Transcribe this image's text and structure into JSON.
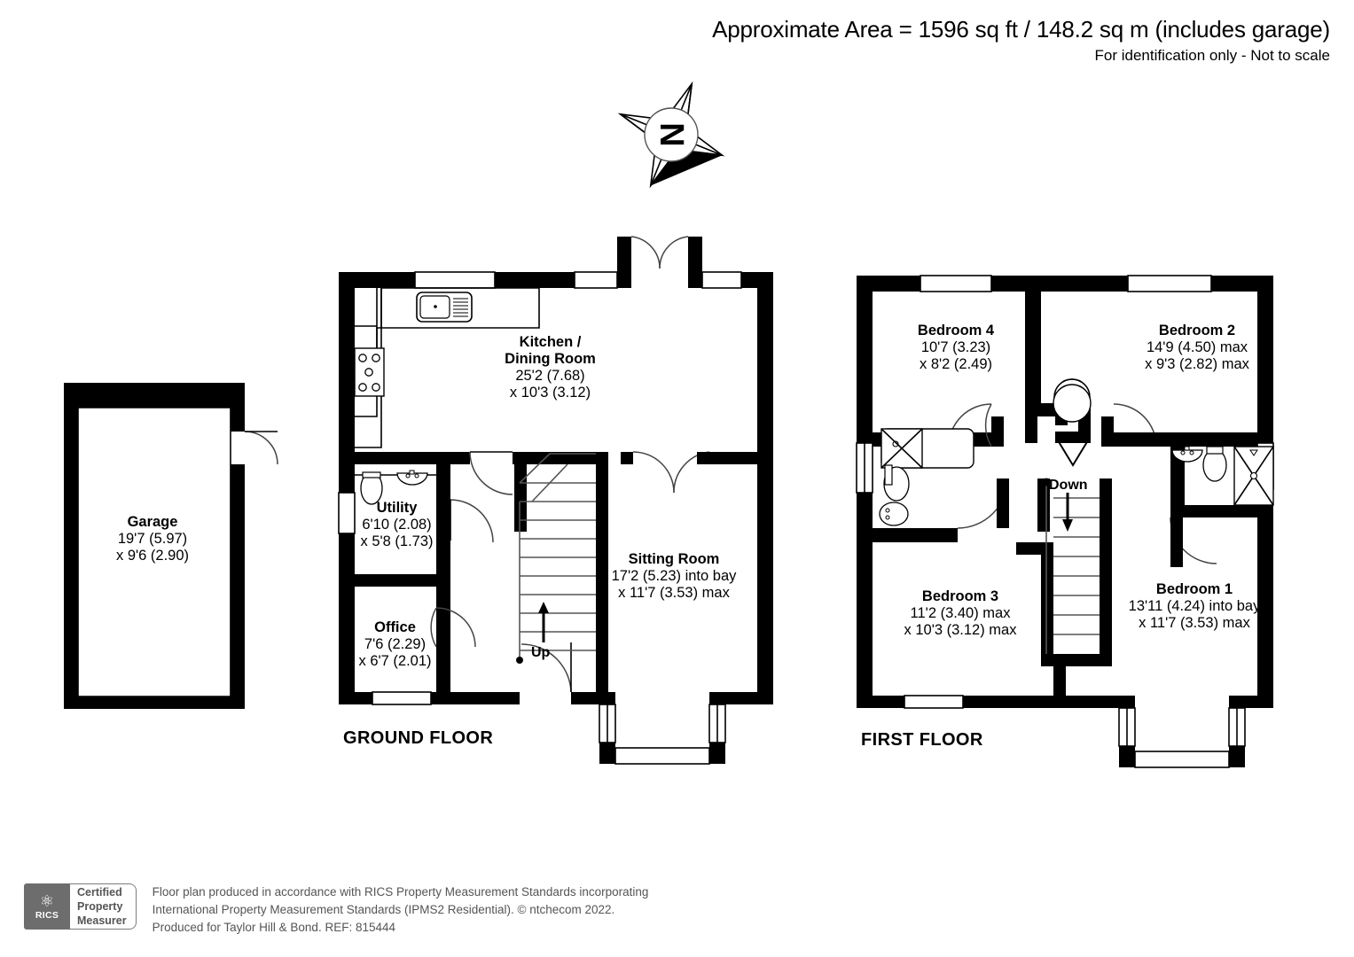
{
  "header": {
    "area_line": "Approximate Area = 1596 sq ft / 148.2 sq m (includes garage)",
    "disclaimer": "For identification only - Not to scale"
  },
  "compass": {
    "north_letter": "N"
  },
  "floors": [
    {
      "key": "ground",
      "title": "GROUND FLOOR"
    },
    {
      "key": "first",
      "title": "FIRST FLOOR"
    }
  ],
  "rooms": {
    "garage": {
      "name": "Garage",
      "dim1": "19'7 (5.97)",
      "dim2": "x 9'6 (2.90)"
    },
    "kitchen": {
      "name_line1": "Kitchen /",
      "name_line2": "Dining Room",
      "dim1": "25'2 (7.68)",
      "dim2": "x 10'3 (3.12)"
    },
    "utility": {
      "name": "Utility",
      "dim1": "6'10 (2.08)",
      "dim2": "x 5'8 (1.73)"
    },
    "office": {
      "name": "Office",
      "dim1": "7'6 (2.29)",
      "dim2": "x 6'7 (2.01)"
    },
    "sitting": {
      "name": "Sitting Room",
      "dim1": "17'2 (5.23) into bay",
      "dim2": "x 11'7 (3.53) max"
    },
    "bedroom4": {
      "name": "Bedroom 4",
      "dim1": "10'7 (3.23)",
      "dim2": "x 8'2 (2.49)"
    },
    "bedroom2": {
      "name": "Bedroom 2",
      "dim1": "14'9 (4.50) max",
      "dim2": "x 9'3 (2.82) max"
    },
    "bedroom3": {
      "name": "Bedroom 3",
      "dim1": "11'2 (3.40) max",
      "dim2": "x 10'3 (3.12) max"
    },
    "bedroom1": {
      "name": "Bedroom 1",
      "dim1": "13'11 (4.24) into bay",
      "dim2": "x 11'7 (3.53) max"
    }
  },
  "stairs": {
    "ground_label": "Up",
    "first_label": "Down"
  },
  "footer": {
    "badge": {
      "mark": "RICS",
      "line1": "Certified",
      "line2": "Property",
      "line3": "Measurer"
    },
    "credit_line1": "Floor plan produced in accordance with RICS Property Measurement Standards incorporating",
    "credit_line2": "International Property Measurement Standards (IPMS2 Residential).   © ntchecom 2022.",
    "credit_line3": "Produced for Taylor Hill & Bond.   REF: 815444"
  },
  "colors": {
    "wall": "#000000",
    "paper": "#ffffff",
    "text": "#000000",
    "footer_text": "#555555"
  }
}
